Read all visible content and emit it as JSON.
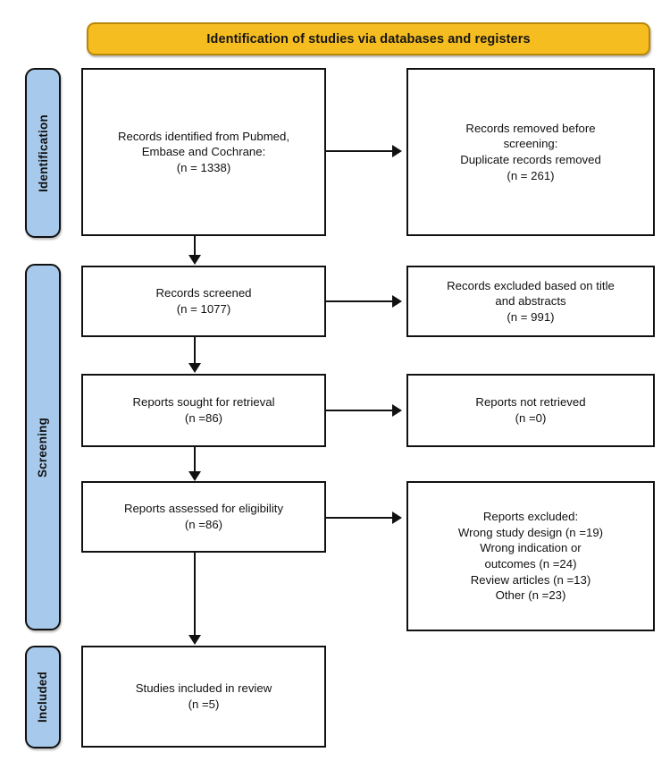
{
  "banner": {
    "title": "Identification of studies via databases and registers",
    "fill_color": "#F6BD20",
    "border_color": "#B8860B"
  },
  "stages": [
    {
      "id": "identification",
      "label": "Identification",
      "fill_color": "#A7CAEC"
    },
    {
      "id": "screening",
      "label": "Screening",
      "fill_color": "#A7CAEC"
    },
    {
      "id": "included",
      "label": "Included",
      "fill_color": "#A7CAEC"
    }
  ],
  "boxes": {
    "identified": "Records identified from Pubmed,\nEmbase and Cochrane:\n(n = 1338)",
    "duplicates": "Records removed before\nscreening:\nDuplicate records removed\n(n = 261)",
    "screened": "Records screened\n(n = 1077)",
    "excluded_title": "Records excluded based on title\nand abstracts\n(n = 991)",
    "sought": "Reports sought for retrieval\n(n =86)",
    "not_retrieved": "Reports not retrieved\n(n =0)",
    "assessed": "Reports assessed for eligibility\n(n =86)",
    "reports_excluded": "Reports excluded:\nWrong study design (n =19)\nWrong indication or\noutcomes (n =24)\nReview articles (n =13)\nOther (n =23)",
    "included": "Studies included in review\n(n =5)"
  },
  "chart_data": {
    "type": "diagram",
    "title": "Identification of studies via databases and registers",
    "nodes": [
      {
        "id": "identified",
        "stage": "Identification",
        "column": "left",
        "label": "Records identified from Pubmed, Embase and Cochrane:",
        "n": 1338
      },
      {
        "id": "duplicates",
        "stage": "Identification",
        "column": "right",
        "label": "Records removed before screening: Duplicate records removed",
        "n": 261
      },
      {
        "id": "screened",
        "stage": "Screening",
        "column": "left",
        "label": "Records screened",
        "n": 1077
      },
      {
        "id": "excluded_title",
        "stage": "Screening",
        "column": "right",
        "label": "Records excluded based on title and abstracts",
        "n": 991
      },
      {
        "id": "sought",
        "stage": "Screening",
        "column": "left",
        "label": "Reports sought for retrieval",
        "n": 86
      },
      {
        "id": "not_retrieved",
        "stage": "Screening",
        "column": "right",
        "label": "Reports not retrieved",
        "n": 0
      },
      {
        "id": "assessed",
        "stage": "Screening",
        "column": "left",
        "label": "Reports assessed for eligibility",
        "n": 86
      },
      {
        "id": "reports_excluded",
        "stage": "Screening",
        "column": "right",
        "label": "Reports excluded",
        "n": null,
        "breakdown": [
          {
            "reason": "Wrong study design",
            "n": 19
          },
          {
            "reason": "Wrong indication or outcomes",
            "n": 24
          },
          {
            "reason": "Review articles",
            "n": 13
          },
          {
            "reason": "Other",
            "n": 23
          }
        ]
      },
      {
        "id": "included",
        "stage": "Included",
        "column": "left",
        "label": "Studies included in review",
        "n": 5
      }
    ],
    "edges": [
      {
        "from": "identified",
        "to": "duplicates",
        "direction": "right"
      },
      {
        "from": "identified",
        "to": "screened",
        "direction": "down"
      },
      {
        "from": "screened",
        "to": "excluded_title",
        "direction": "right"
      },
      {
        "from": "screened",
        "to": "sought",
        "direction": "down"
      },
      {
        "from": "sought",
        "to": "not_retrieved",
        "direction": "right"
      },
      {
        "from": "sought",
        "to": "assessed",
        "direction": "down"
      },
      {
        "from": "assessed",
        "to": "reports_excluded",
        "direction": "right"
      },
      {
        "from": "assessed",
        "to": "included",
        "direction": "down"
      }
    ]
  }
}
